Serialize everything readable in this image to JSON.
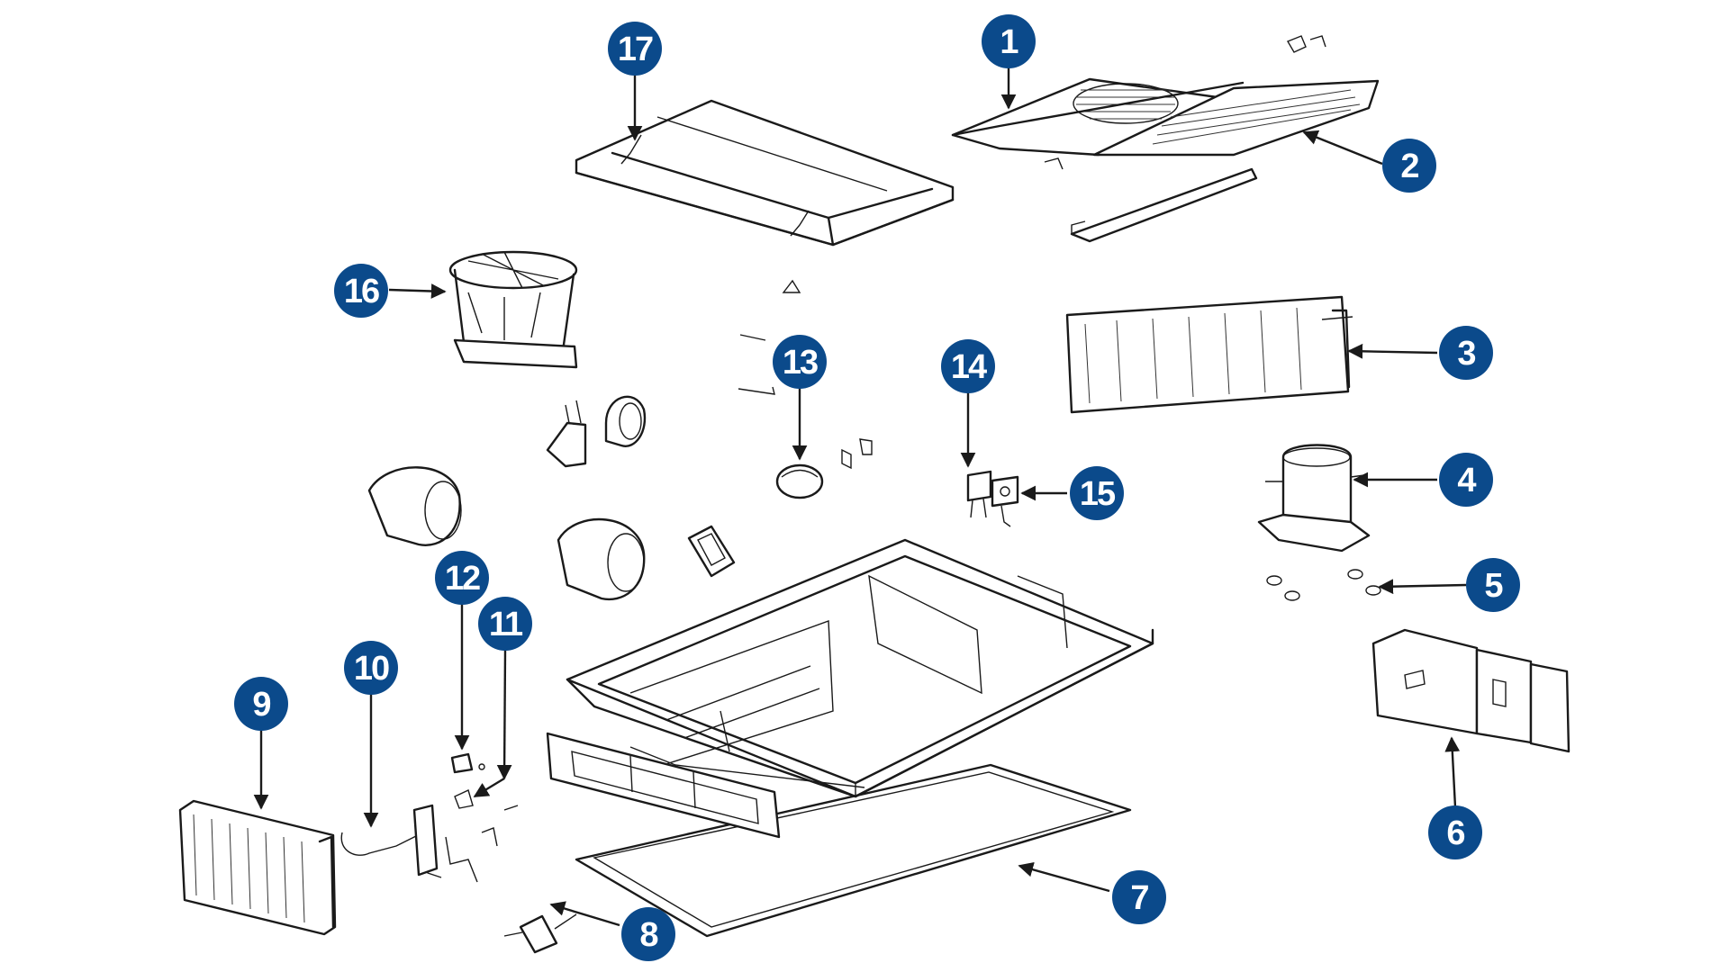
{
  "colors": {
    "badge": "#0b4a8b",
    "badge_text": "#ffffff",
    "line_art": "#1a1a1a",
    "background": "#ffffff"
  },
  "callouts": [
    {
      "id": "17",
      "label": "17"
    },
    {
      "id": "1",
      "label": "1"
    },
    {
      "id": "2",
      "label": "2"
    },
    {
      "id": "16",
      "label": "16"
    },
    {
      "id": "3",
      "label": "3"
    },
    {
      "id": "13",
      "label": "13"
    },
    {
      "id": "14",
      "label": "14"
    },
    {
      "id": "4",
      "label": "4"
    },
    {
      "id": "15",
      "label": "15"
    },
    {
      "id": "5",
      "label": "5"
    },
    {
      "id": "12",
      "label": "12"
    },
    {
      "id": "11",
      "label": "11"
    },
    {
      "id": "10",
      "label": "10"
    },
    {
      "id": "9",
      "label": "9"
    },
    {
      "id": "6",
      "label": "6"
    },
    {
      "id": "7",
      "label": "7"
    },
    {
      "id": "8",
      "label": "8"
    }
  ]
}
